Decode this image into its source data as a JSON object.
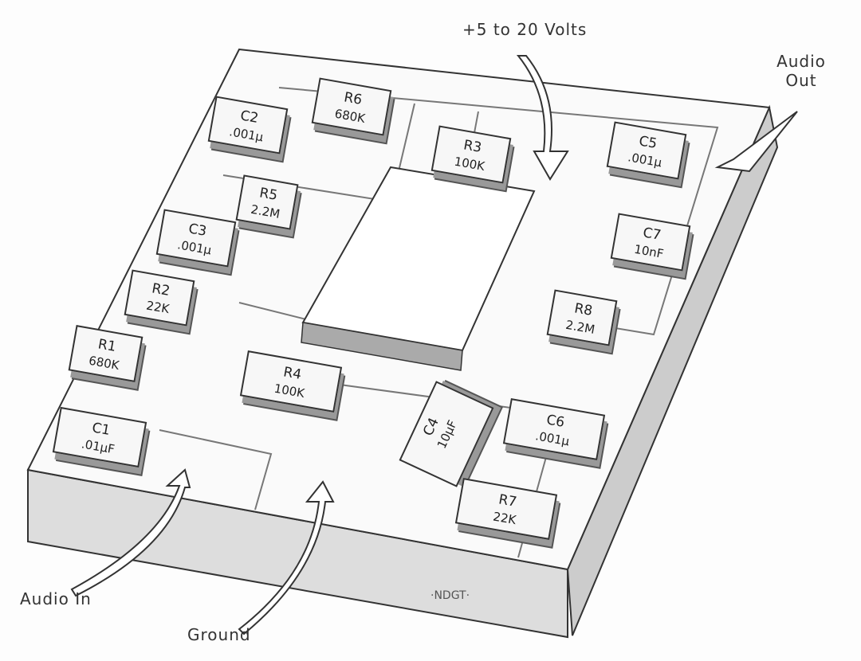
{
  "labels": {
    "power": "+5 to 20 Volts",
    "audio_out": "Audio Out",
    "audio_in": "Audio In",
    "ground": "Ground",
    "signature": "·NDGT·"
  },
  "components": [
    {
      "ref": "C2",
      "value": ".001µ"
    },
    {
      "ref": "R6",
      "value": "680K"
    },
    {
      "ref": "R3",
      "value": "100K"
    },
    {
      "ref": "C5",
      "value": ".001µ"
    },
    {
      "ref": "R5",
      "value": "2.2M"
    },
    {
      "ref": "C3",
      "value": ".001µ"
    },
    {
      "ref": "C7",
      "value": "10nF"
    },
    {
      "ref": "R2",
      "value": "22K"
    },
    {
      "ref": "R8",
      "value": "2.2M"
    },
    {
      "ref": "R1",
      "value": "680K"
    },
    {
      "ref": "R4",
      "value": "100K"
    },
    {
      "ref": "C1",
      "value": ".01µF"
    },
    {
      "ref": "C4",
      "value": "10µF"
    },
    {
      "ref": "C6",
      "value": ".001µ"
    },
    {
      "ref": "R7",
      "value": "22K"
    }
  ]
}
